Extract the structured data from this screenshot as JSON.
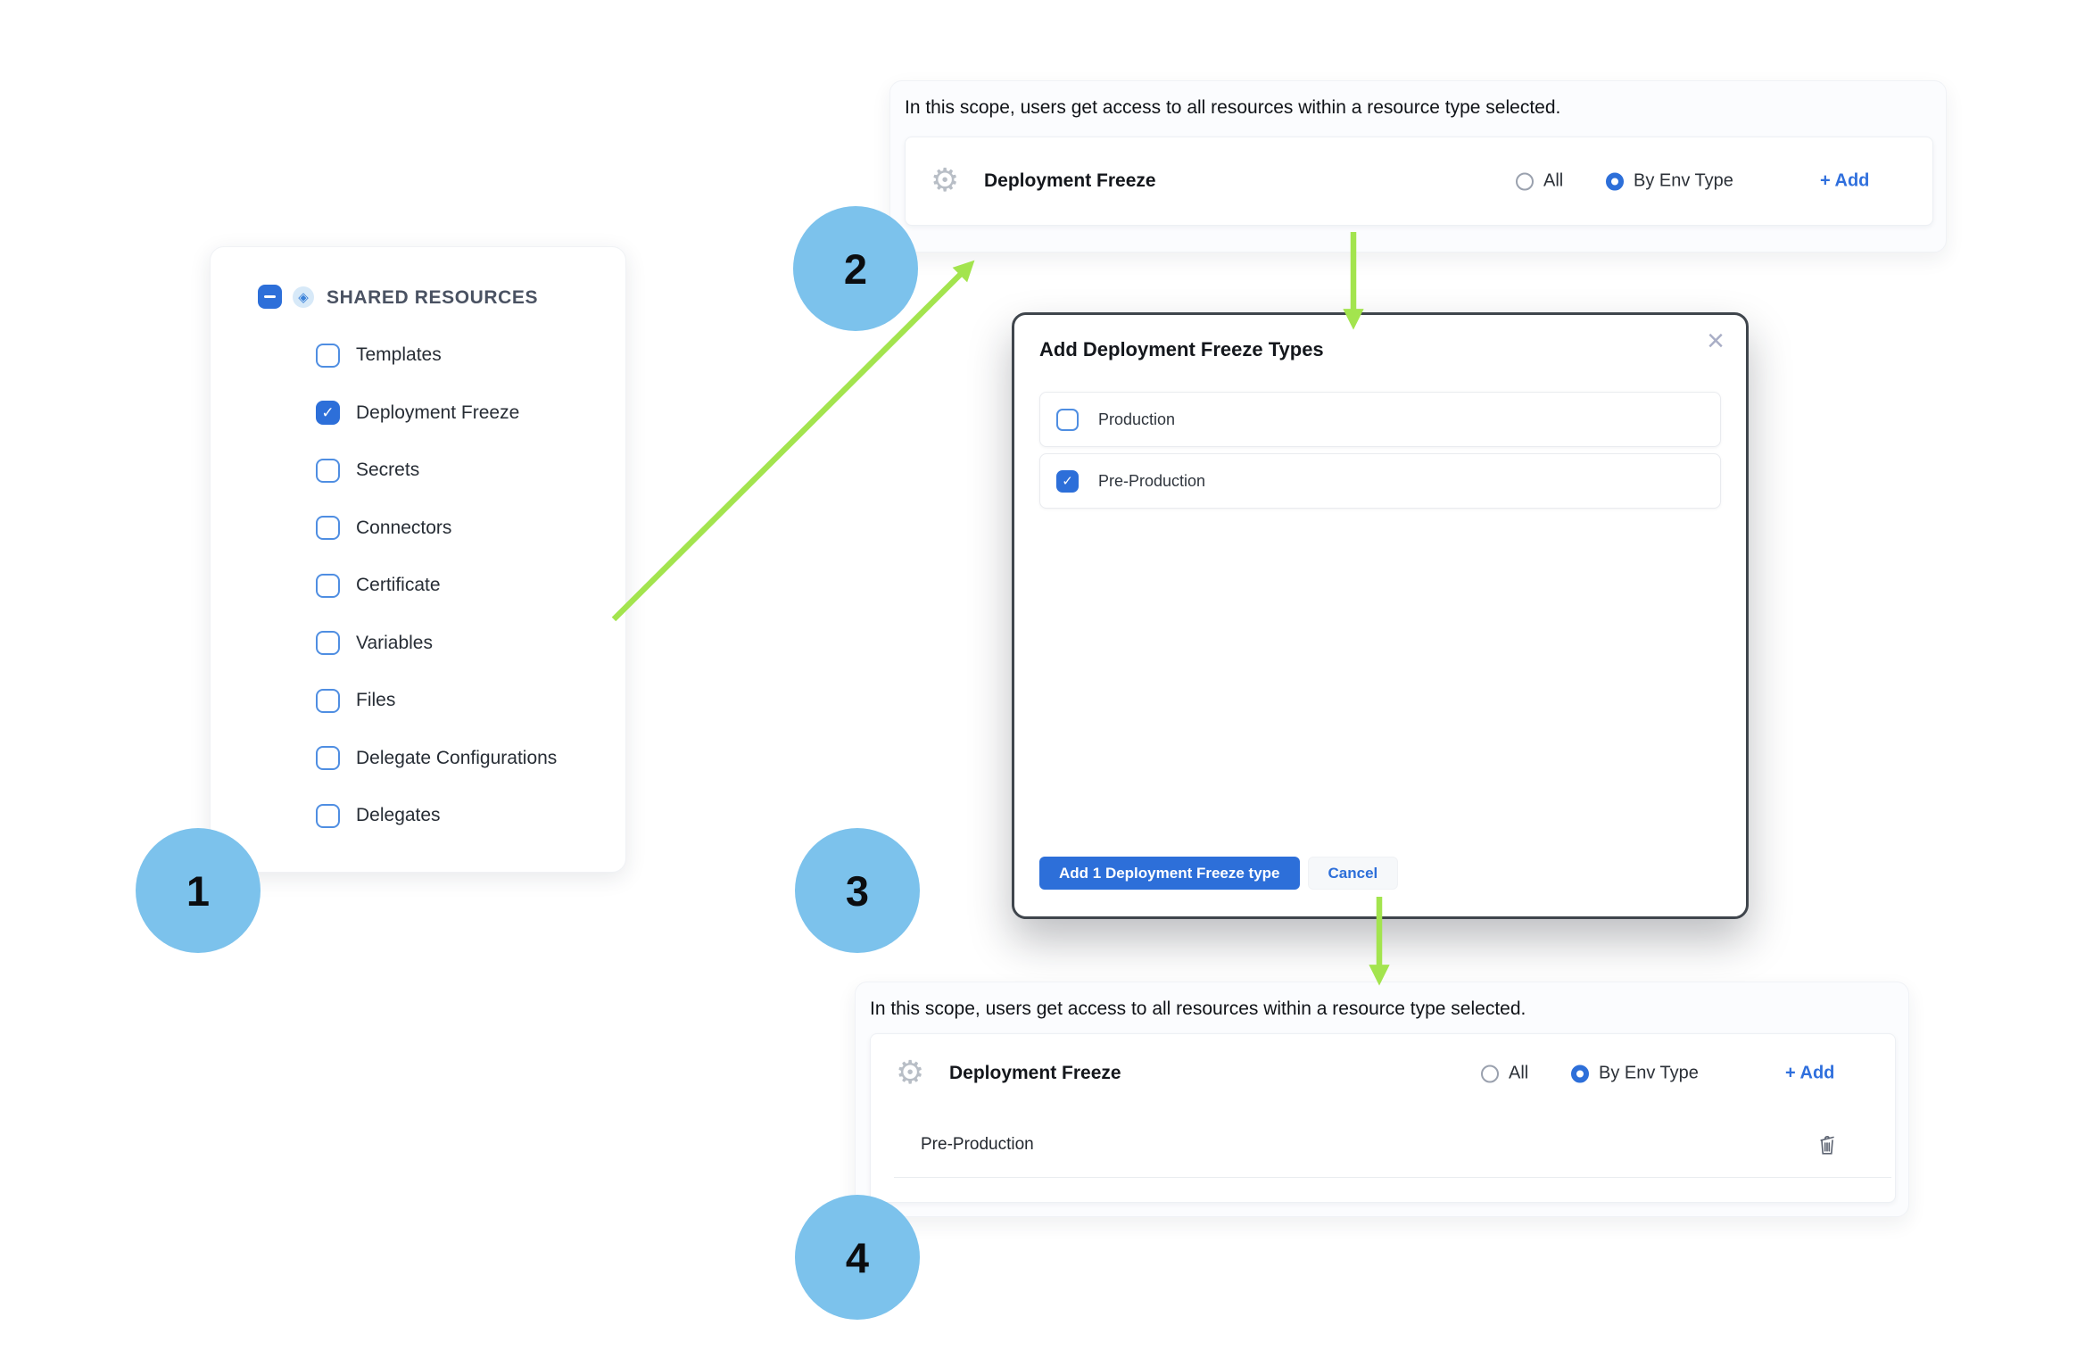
{
  "steps": [
    "1",
    "2",
    "3",
    "4"
  ],
  "icons": {
    "gear": "⚙",
    "shared_resources": "◈",
    "check": "✓",
    "close": "×"
  },
  "colors": {
    "accent_blue": "#2d6fd9",
    "link_blue": "#2f6fdd",
    "checkbox_border_blue": "#4f8ee2",
    "badge_blue": "#7cc2ec",
    "arrow_green": "#a3e44e",
    "modal_border": "#3f454c",
    "panel_background": "#fbfcfe"
  },
  "resources_panel": {
    "title": "SHARED RESOURCES",
    "items": [
      {
        "label": "Templates",
        "checked": false
      },
      {
        "label": "Deployment Freeze",
        "checked": true
      },
      {
        "label": "Secrets",
        "checked": false
      },
      {
        "label": "Connectors",
        "checked": false
      },
      {
        "label": "Certificate",
        "checked": false
      },
      {
        "label": "Variables",
        "checked": false
      },
      {
        "label": "Files",
        "checked": false
      },
      {
        "label": "Delegate Configurations",
        "checked": false
      },
      {
        "label": "Delegates",
        "checked": false
      }
    ]
  },
  "scope_top": {
    "description": "In this scope, users get access to all resources within a resource type selected.",
    "resource_label": "Deployment Freeze",
    "radio_all": "All",
    "radio_by_env": "By Env Type",
    "selected_radio": "By Env Type",
    "add_label": "+ Add"
  },
  "modal": {
    "title": "Add Deployment Freeze Types",
    "options": [
      {
        "label": "Production",
        "checked": false
      },
      {
        "label": "Pre-Production",
        "checked": true
      }
    ],
    "primary_button": "Add 1 Deployment Freeze type",
    "cancel_button": "Cancel"
  },
  "scope_bottom": {
    "description": "In this scope, users get access to all resources within a resource type selected.",
    "resource_label": "Deployment Freeze",
    "radio_all": "All",
    "radio_by_env": "By Env Type",
    "selected_radio": "By Env Type",
    "add_label": "+ Add",
    "selected_item": "Pre-Production"
  }
}
